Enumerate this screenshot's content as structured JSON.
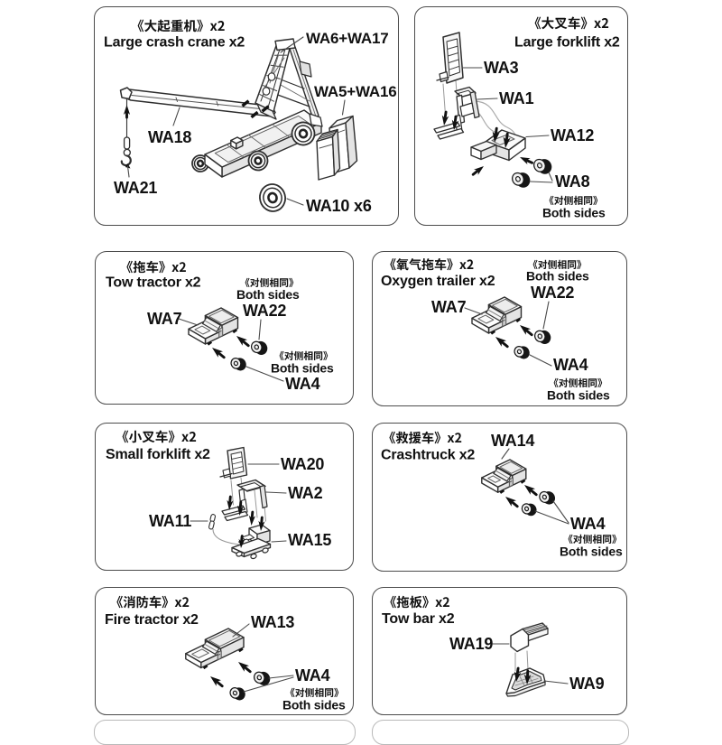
{
  "document": {
    "type": "model-kit-assembly-instructions",
    "background": "#ffffff",
    "line_color": "#2e2e2e",
    "text_color": "#111111"
  },
  "panels": [
    {
      "id": "large-crash-crane",
      "title_zh": "《大起重机》x2",
      "title_en": "Large crash crane x2",
      "labels": {
        "wa6_wa17": "WA6+WA17",
        "wa5_wa16": "WA5+WA16",
        "wa18": "WA18",
        "wa21": "WA21",
        "wa10": "WA10 x6"
      }
    },
    {
      "id": "large-forklift",
      "title_zh": "《大叉车》x2",
      "title_en": "Large forklift x2",
      "labels": {
        "wa3": "WA3",
        "wa1": "WA1",
        "wa12": "WA12",
        "wa8": "WA8"
      },
      "notes": [
        {
          "zh": "《对侧相同》",
          "en": "Both sides"
        }
      ]
    },
    {
      "id": "tow-tractor",
      "title_zh": "《拖车》x2",
      "title_en": "Tow tractor x2",
      "labels": {
        "wa7": "WA7",
        "wa22": "WA22",
        "wa4": "WA4"
      },
      "notes": [
        {
          "zh": "《对侧相同》",
          "en": "Both sides"
        },
        {
          "zh": "《对侧相同》",
          "en": "Both sides"
        }
      ]
    },
    {
      "id": "oxygen-trailer",
      "title_zh": "《氧气拖车》x2",
      "title_en": "Oxygen trailer x2",
      "labels": {
        "wa7": "WA7",
        "wa22": "WA22",
        "wa4": "WA4"
      },
      "notes": [
        {
          "zh": "《对侧相同》",
          "en": "Both sides"
        },
        {
          "zh": "《对侧相同》",
          "en": "Both sides"
        }
      ]
    },
    {
      "id": "small-forklift",
      "title_zh": "《小叉车》x2",
      "title_en": "Small forklift x2",
      "labels": {
        "wa20": "WA20",
        "wa2": "WA2",
        "wa11": "WA11",
        "wa15": "WA15"
      }
    },
    {
      "id": "crashtruck",
      "title_zh": "《救援车》x2",
      "title_en": "Crashtruck x2",
      "labels": {
        "wa14": "WA14",
        "wa4": "WA4"
      },
      "notes": [
        {
          "zh": "《对侧相同》",
          "en": "Both sides"
        }
      ]
    },
    {
      "id": "fire-tractor",
      "title_zh": "《消防车》x2",
      "title_en": "Fire tractor x2",
      "labels": {
        "wa13": "WA13",
        "wa4": "WA4"
      },
      "notes": [
        {
          "zh": "《对侧相同》",
          "en": "Both sides"
        }
      ]
    },
    {
      "id": "tow-bar",
      "title_zh": "《拖板》x2",
      "title_en": "Tow bar x2",
      "labels": {
        "wa19": "WA19",
        "wa9": "WA9"
      }
    }
  ]
}
